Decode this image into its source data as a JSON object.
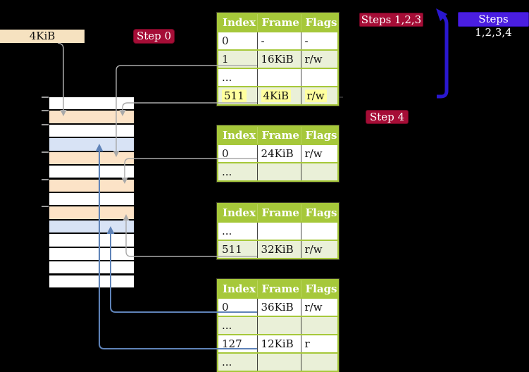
{
  "diagram": {
    "labels": {
      "page_size": "4KiB",
      "step0": "Step 0",
      "steps123": "Steps 1,2,3",
      "steps1234": "Steps 1,2,3,4",
      "step4": "Step 4"
    },
    "memory_column": {
      "rows": [
        "plain",
        "frame",
        "plain",
        "page",
        "frame",
        "plain",
        "frame",
        "plain",
        "frame",
        "page",
        "plain",
        "plain",
        "plain",
        "plain"
      ],
      "tick_boundaries": [
        0,
        1,
        2,
        4,
        6,
        8
      ]
    },
    "page_tables": [
      {
        "name": "page-table-level-1",
        "headers": [
          "Index",
          "Frame",
          "Flags"
        ],
        "rows": [
          {
            "cells": [
              "0",
              "-",
              "-"
            ],
            "highlight": false
          },
          {
            "cells": [
              "1",
              "16KiB",
              "r/w"
            ],
            "highlight": false
          },
          {
            "cells": [
              "...",
              "",
              ""
            ],
            "highlight": false
          },
          {
            "cells": [
              "511",
              "4KiB",
              "r/w"
            ],
            "highlight": true
          }
        ]
      },
      {
        "name": "page-table-level-2",
        "headers": [
          "Index",
          "Frame",
          "Flags"
        ],
        "rows": [
          {
            "cells": [
              "0",
              "24KiB",
              "r/w"
            ],
            "highlight": false
          },
          {
            "cells": [
              "...",
              "",
              ""
            ],
            "highlight": false
          }
        ]
      },
      {
        "name": "page-table-level-3",
        "headers": [
          "Index",
          "Frame",
          "Flags"
        ],
        "rows": [
          {
            "cells": [
              "...",
              "",
              ""
            ],
            "highlight": false
          },
          {
            "cells": [
              "511",
              "32KiB",
              "r/w"
            ],
            "highlight": false
          }
        ]
      },
      {
        "name": "page-table-level-4",
        "headers": [
          "Index",
          "Frame",
          "Flags"
        ],
        "rows": [
          {
            "cells": [
              "0",
              "36KiB",
              "r/w"
            ],
            "highlight": false
          },
          {
            "cells": [
              "...",
              "",
              ""
            ],
            "highlight": false
          },
          {
            "cells": [
              "127",
              "12KiB",
              "r"
            ],
            "highlight": false
          },
          {
            "cells": [
              "...",
              "",
              ""
            ],
            "highlight": false
          }
        ]
      }
    ],
    "colors": {
      "table_header_bg": "#a6c83a",
      "table_row_alt_bg": "#eaf0d8",
      "highlight_bg": "#ffff9e",
      "memory_frame_bg": "#fce3c7",
      "memory_page_bg": "#d8e3f5",
      "memory_plain_bg": "#ffffff",
      "badge_red_bg": "#a50d36",
      "badge_blue_bg": "#4a1ee0",
      "label_cream_bg": "#f6e2c0",
      "connector_gray": "#a9a9a9",
      "connector_blue": "#5f83b8",
      "big_arrow_blue": "#2a17cf"
    }
  }
}
